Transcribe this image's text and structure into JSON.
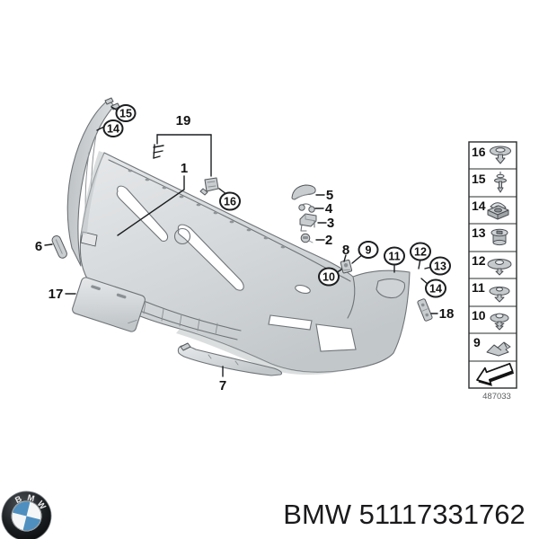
{
  "callouts": {
    "c15": "15",
    "c14_left": "14",
    "n19": "19",
    "n1": "1",
    "c16": "16",
    "n5": "5",
    "n4": "4",
    "n3": "3",
    "n2": "2",
    "n6": "6",
    "n17": "17",
    "n8": "8",
    "c9": "9",
    "c10": "10",
    "c11": "11",
    "c12": "12",
    "c13": "13",
    "c14_right": "14",
    "n18": "18",
    "n7": "7"
  },
  "legend": {
    "rows": [
      {
        "num": "16",
        "icon": "expanding-rivet-icon"
      },
      {
        "num": "15",
        "icon": "screw-rivet-icon"
      },
      {
        "num": "14",
        "icon": "cage-nut-icon"
      },
      {
        "num": "13",
        "icon": "grommet-nut-icon"
      },
      {
        "num": "12",
        "icon": "washer-rivet-icon"
      },
      {
        "num": "11",
        "icon": "push-rivet-icon"
      },
      {
        "num": "10",
        "icon": "expander-rivet-icon"
      },
      {
        "num": "9",
        "icon": "clamp-bracket-icon"
      }
    ],
    "direction_icon": "arrow-lower-left-icon",
    "drawing_code": "487033"
  },
  "footer": {
    "text": "BMW 51117331762",
    "logo_letters": {
      "b": "B",
      "m": "M",
      "w": "W"
    }
  },
  "colors": {
    "background": "#ffffff",
    "drawing_line": "#6f7478",
    "callout_line": "#1c1e20",
    "part_fill": "#d6d9db",
    "logo_blue": "#4e8fc0",
    "text": "#1a1a1c"
  }
}
